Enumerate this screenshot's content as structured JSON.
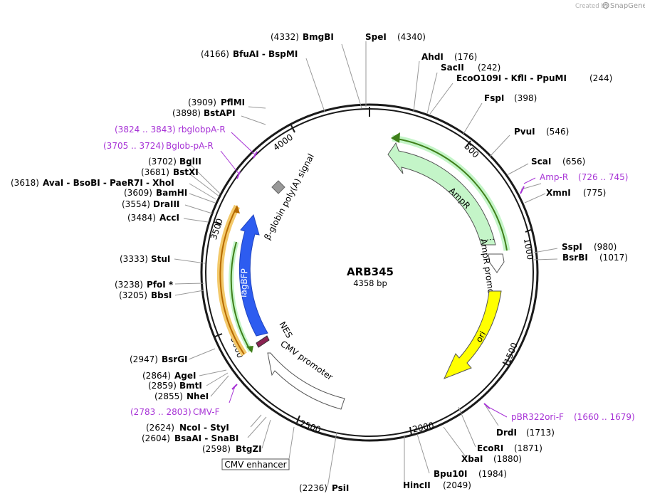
{
  "brand": {
    "prefix": "Created by",
    "name": "SnapGene"
  },
  "plasmid": {
    "name": "ARB345",
    "length": "4358 bp"
  },
  "ticks": [
    "500",
    "1000",
    "1500",
    "2000",
    "2500",
    "3000",
    "3500",
    "4000"
  ],
  "enzymes_right": [
    {
      "name": "SpeI",
      "pos": "(4340)"
    },
    {
      "name": "AhdI",
      "pos": "(176)"
    },
    {
      "name": "SacII",
      "pos": "(242)"
    },
    {
      "name": "EcoO109I  -  KflI  -  PpuMI",
      "pos": "(244)"
    },
    {
      "name": "FspI",
      "pos": "(398)"
    },
    {
      "name": "PvuI",
      "pos": "(546)"
    },
    {
      "name": "ScaI",
      "pos": "(656)"
    },
    {
      "name": "XmnI",
      "pos": "(775)"
    },
    {
      "name": "SspI",
      "pos": "(980)"
    },
    {
      "name": "BsrBI",
      "pos": "(1017)"
    },
    {
      "name": "DrdI",
      "pos": "(1713)"
    },
    {
      "name": "EcoRI",
      "pos": "(1871)"
    },
    {
      "name": "XbaI",
      "pos": "(1880)"
    },
    {
      "name": "Bpu10I",
      "pos": "(1984)"
    },
    {
      "name": "HincII",
      "pos": "(2049)"
    }
  ],
  "enzymes_left": [
    {
      "name": "BmgBI",
      "pos": "(4332)"
    },
    {
      "name": "BfuAI  -  BspMI",
      "pos": "(4166)"
    },
    {
      "name": "PflMI",
      "pos": "(3909)"
    },
    {
      "name": "BstAPI",
      "pos": "(3898)"
    },
    {
      "name": "BglII",
      "pos": "(3702)"
    },
    {
      "name": "BstXI",
      "pos": "(3681)"
    },
    {
      "name": "AvaI   -  BsoBI  -  PaeR7I  -  XhoI",
      "pos": "(3618)"
    },
    {
      "name": "BamHI",
      "pos": "(3609)"
    },
    {
      "name": "DraIII",
      "pos": "(3554)"
    },
    {
      "name": "AccI",
      "pos": "(3484)"
    },
    {
      "name": "StuI",
      "pos": "(3333)"
    },
    {
      "name": "PfoI *",
      "pos": "(3238)"
    },
    {
      "name": "BbsI",
      "pos": "(3205)"
    },
    {
      "name": "BsrGI",
      "pos": "(2947)"
    },
    {
      "name": "AgeI",
      "pos": "(2864)"
    },
    {
      "name": "BmtI",
      "pos": "(2859)"
    },
    {
      "name": "NheI",
      "pos": "(2855)"
    },
    {
      "name": "NcoI  -  StyI",
      "pos": "(2624)"
    },
    {
      "name": "BsaAI  -  SnaBI",
      "pos": "(2604)"
    },
    {
      "name": "BtgZI",
      "pos": "(2598)"
    },
    {
      "name": "PsiI",
      "pos": "(2236)"
    }
  ],
  "primers": [
    {
      "name": "Amp-R",
      "range": "(726 .. 745)"
    },
    {
      "name": "pBR322ori-F",
      "range": "(1660 .. 1679)"
    },
    {
      "name": "CMV-F",
      "range": "(2783 .. 2803)"
    },
    {
      "name": "Bglob-pA-R",
      "range": "(3705 .. 3724)"
    },
    {
      "name": "rbglobpA-R",
      "range": "(3824 .. 3843)"
    }
  ],
  "features": [
    {
      "name": "AmpR",
      "color": "#c4f5c8"
    },
    {
      "name": "AmpR promoter",
      "color": "#ffffff"
    },
    {
      "name": "ori",
      "color": "#ffff00"
    },
    {
      "name": "CMV promoter",
      "color": "#ffffff"
    },
    {
      "name": "CMV enhancer",
      "color": "#ffffff"
    },
    {
      "name": "NES",
      "color": "#8b2252"
    },
    {
      "name": "TagBFP",
      "color": "#2d5cf0"
    },
    {
      "name": "β-globin poly(A) signal",
      "color": "#999999"
    }
  ]
}
